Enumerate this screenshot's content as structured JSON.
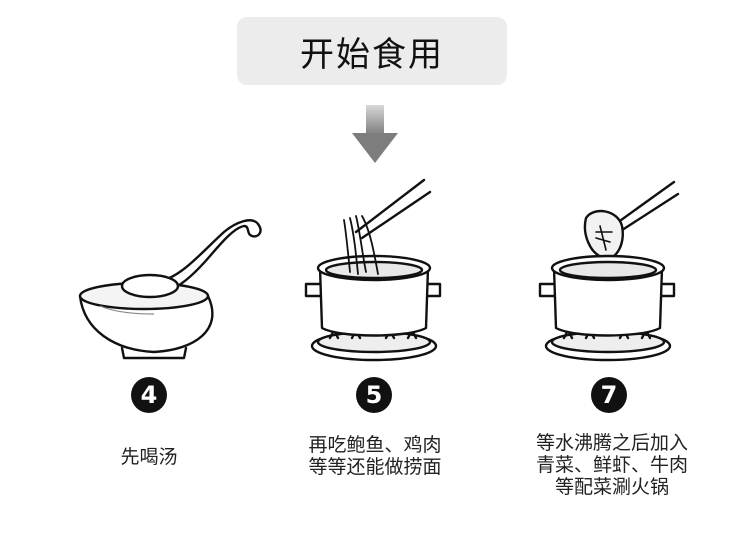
{
  "header": {
    "title": "开始食用"
  },
  "steps": [
    {
      "number": "4",
      "caption_lines": [
        "先喝汤"
      ]
    },
    {
      "number": "5",
      "caption_lines": [
        "再吃鲍鱼、鸡肉",
        "等等还能做捞面"
      ]
    },
    {
      "number": "7",
      "caption_lines": [
        "等水沸腾之后加入",
        "青菜、鲜虾、牛肉",
        "等配菜涮火锅"
      ]
    }
  ],
  "colors": {
    "title_bg": "#ececec",
    "badge_bg": "#111111",
    "arrow": "#888888"
  },
  "icons": [
    "down-arrow-icon",
    "soup-bowl-ladle-icon",
    "pot-chopsticks-noodles-icon",
    "pot-chopsticks-meat-icon"
  ]
}
